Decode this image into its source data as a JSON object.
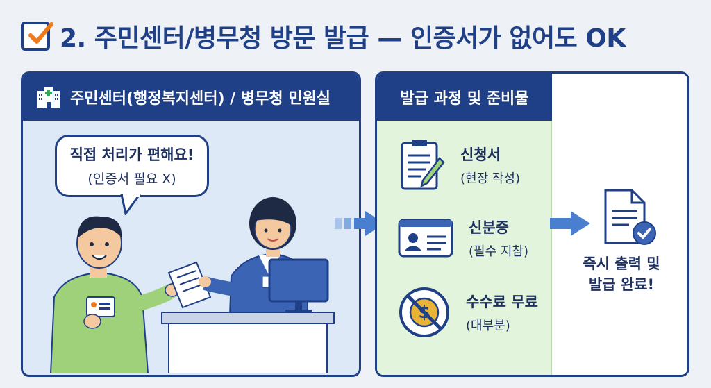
{
  "title": "2. 주민센터/병무청 방문 발급 — 인증서가 없어도 OK",
  "left_panel": {
    "header": "주민센터(행정복지센터) / 병무청 민원실",
    "bubble_line1": "직접 처리가 편해요!",
    "bubble_line2": "(인증서 필요 X)"
  },
  "right_panel": {
    "header": "발급 과정 및 준비물",
    "steps": [
      {
        "title": "신청서",
        "sub": "(현장 작성)",
        "icon": "clipboard-pen-icon"
      },
      {
        "title": "신분증",
        "sub": "(필수 지참)",
        "icon": "id-card-icon"
      },
      {
        "title": "수수료 무료",
        "sub": "(대부분)",
        "icon": "no-coin-icon"
      }
    ],
    "result_line1": "즉시 출력 및",
    "result_line2": "발급 완료!"
  },
  "colors": {
    "navy": "#1f3f86",
    "background": "#eef2f7",
    "left_panel_bg": "#dde9f6",
    "green_panel_bg": "#e2f4dc",
    "accent_orange": "#f07a1a",
    "arrow_blue": "#4a7fcf"
  }
}
